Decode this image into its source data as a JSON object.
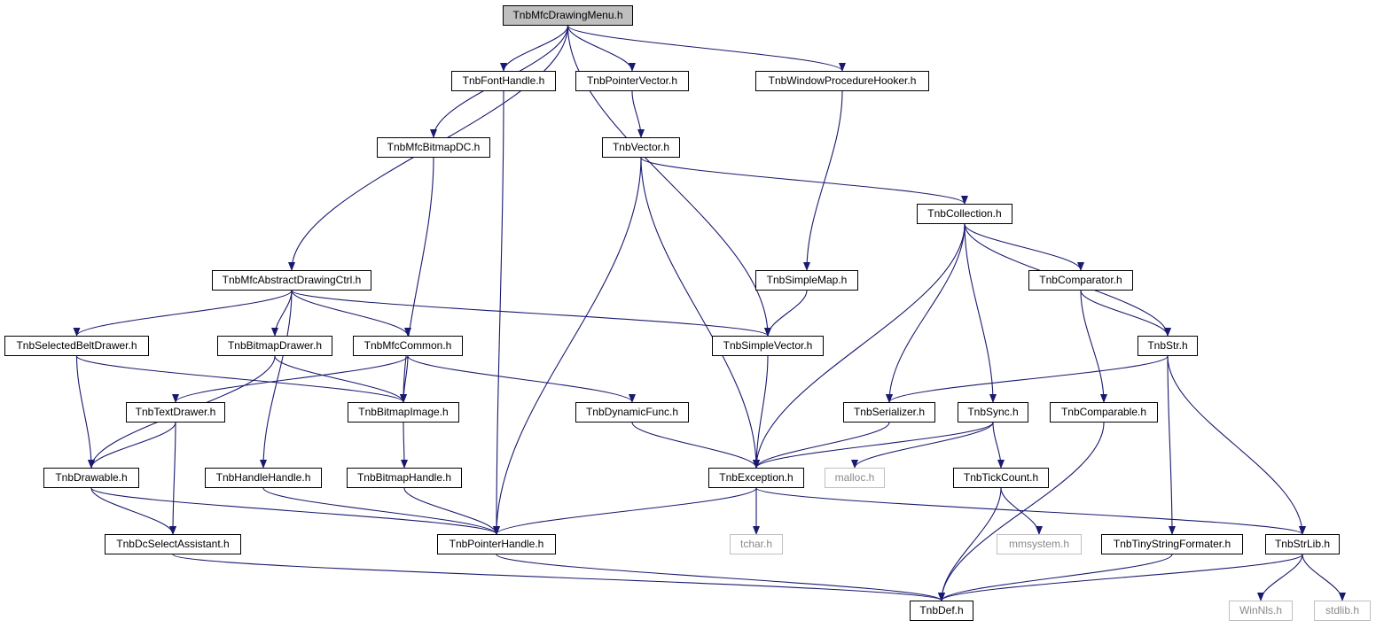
{
  "title": "TnbMfcDrawingMenu.h",
  "colors": {
    "edge": "#191970",
    "node_border": "#000000",
    "root_fill": "#bfbfbf",
    "external_border": "#bfbfbf",
    "external_text": "#8a8a8a"
  },
  "nodes": {
    "root": "TnbMfcDrawingMenu.h",
    "font_handle": "TnbFontHandle.h",
    "pointer_vector": "TnbPointerVector.h",
    "window_procedure_hooker": "TnbWindowProcedureHooker.h",
    "mfc_bitmap_dc": "TnbMfcBitmapDC.h",
    "vector": "TnbVector.h",
    "collection": "TnbCollection.h",
    "mfc_abstract_drawing_ctrl": "TnbMfcAbstractDrawingCtrl.h",
    "simple_map": "TnbSimpleMap.h",
    "comparator": "TnbComparator.h",
    "selected_belt_drawer": "TnbSelectedBeltDrawer.h",
    "bitmap_drawer": "TnbBitmapDrawer.h",
    "mfc_common": "TnbMfcCommon.h",
    "simple_vector": "TnbSimpleVector.h",
    "str": "TnbStr.h",
    "text_drawer": "TnbTextDrawer.h",
    "bitmap_image": "TnbBitmapImage.h",
    "dynamic_func": "TnbDynamicFunc.h",
    "serializer": "TnbSerializer.h",
    "sync": "TnbSync.h",
    "comparable": "TnbComparable.h",
    "drawable": "TnbDrawable.h",
    "handle_handle": "TnbHandleHandle.h",
    "bitmap_handle": "TnbBitmapHandle.h",
    "exception": "TnbException.h",
    "malloc": "malloc.h",
    "tick_count": "TnbTickCount.h",
    "dc_select_assistant": "TnbDcSelectAssistant.h",
    "pointer_handle": "TnbPointerHandle.h",
    "tchar": "tchar.h",
    "mmsystem": "mmsystem.h",
    "tiny_string_formater": "TnbTinyStringFormater.h",
    "str_lib": "TnbStrLib.h",
    "def": "TnbDef.h",
    "winnls": "WinNls.h",
    "stdlib": "stdlib.h"
  },
  "edges": [
    [
      "root",
      "font_handle"
    ],
    [
      "root",
      "pointer_vector"
    ],
    [
      "root",
      "window_procedure_hooker"
    ],
    [
      "root",
      "mfc_bitmap_dc"
    ],
    [
      "root",
      "mfc_abstract_drawing_ctrl"
    ],
    [
      "root",
      "simple_vector"
    ],
    [
      "font_handle",
      "pointer_handle"
    ],
    [
      "pointer_vector",
      "vector"
    ],
    [
      "window_procedure_hooker",
      "simple_map"
    ],
    [
      "mfc_bitmap_dc",
      "bitmap_image"
    ],
    [
      "vector",
      "collection"
    ],
    [
      "vector",
      "pointer_handle"
    ],
    [
      "vector",
      "exception"
    ],
    [
      "collection",
      "comparator"
    ],
    [
      "collection",
      "str"
    ],
    [
      "collection",
      "serializer"
    ],
    [
      "collection",
      "sync"
    ],
    [
      "collection",
      "exception"
    ],
    [
      "mfc_abstract_drawing_ctrl",
      "selected_belt_drawer"
    ],
    [
      "mfc_abstract_drawing_ctrl",
      "bitmap_drawer"
    ],
    [
      "mfc_abstract_drawing_ctrl",
      "mfc_common"
    ],
    [
      "mfc_abstract_drawing_ctrl",
      "simple_vector"
    ],
    [
      "mfc_abstract_drawing_ctrl",
      "handle_handle"
    ],
    [
      "simple_map",
      "simple_vector"
    ],
    [
      "comparator",
      "str"
    ],
    [
      "comparator",
      "comparable"
    ],
    [
      "selected_belt_drawer",
      "drawable"
    ],
    [
      "selected_belt_drawer",
      "bitmap_image"
    ],
    [
      "bitmap_drawer",
      "bitmap_image"
    ],
    [
      "bitmap_drawer",
      "drawable"
    ],
    [
      "mfc_common",
      "text_drawer"
    ],
    [
      "mfc_common",
      "bitmap_image"
    ],
    [
      "mfc_common",
      "dynamic_func"
    ],
    [
      "simple_vector",
      "exception"
    ],
    [
      "str",
      "serializer"
    ],
    [
      "str",
      "tiny_string_formater"
    ],
    [
      "str",
      "str_lib"
    ],
    [
      "text_drawer",
      "drawable"
    ],
    [
      "text_drawer",
      "dc_select_assistant"
    ],
    [
      "bitmap_image",
      "bitmap_handle"
    ],
    [
      "dynamic_func",
      "exception"
    ],
    [
      "serializer",
      "exception"
    ],
    [
      "sync",
      "exception"
    ],
    [
      "sync",
      "malloc"
    ],
    [
      "sync",
      "tick_count"
    ],
    [
      "comparable",
      "def"
    ],
    [
      "drawable",
      "dc_select_assistant"
    ],
    [
      "drawable",
      "pointer_handle"
    ],
    [
      "handle_handle",
      "pointer_handle"
    ],
    [
      "bitmap_handle",
      "pointer_handle"
    ],
    [
      "exception",
      "pointer_handle"
    ],
    [
      "exception",
      "tchar"
    ],
    [
      "exception",
      "str_lib"
    ],
    [
      "tick_count",
      "mmsystem"
    ],
    [
      "tick_count",
      "def"
    ],
    [
      "dc_select_assistant",
      "def"
    ],
    [
      "pointer_handle",
      "def"
    ],
    [
      "tiny_string_formater",
      "def"
    ],
    [
      "str_lib",
      "winnls"
    ],
    [
      "str_lib",
      "stdlib"
    ],
    [
      "str_lib",
      "def"
    ]
  ]
}
